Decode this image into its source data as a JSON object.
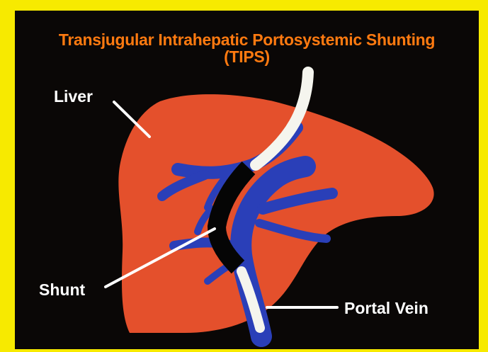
{
  "title": {
    "line1": "Transjugular Intrahepatic Portosystemic Shunting",
    "line2": "(TIPS)"
  },
  "labels": {
    "liver": "Liver",
    "shunt": "Shunt",
    "portal_vein": "Portal Vein"
  },
  "colors": {
    "frame": "#f7ea00",
    "background": "#0a0706",
    "title": "#ff7a10",
    "liver": "#e4502c",
    "vein": "#2a3fb8",
    "shunt": "#050505",
    "catheter": "#f5f5ee",
    "label": "#ffffff"
  }
}
